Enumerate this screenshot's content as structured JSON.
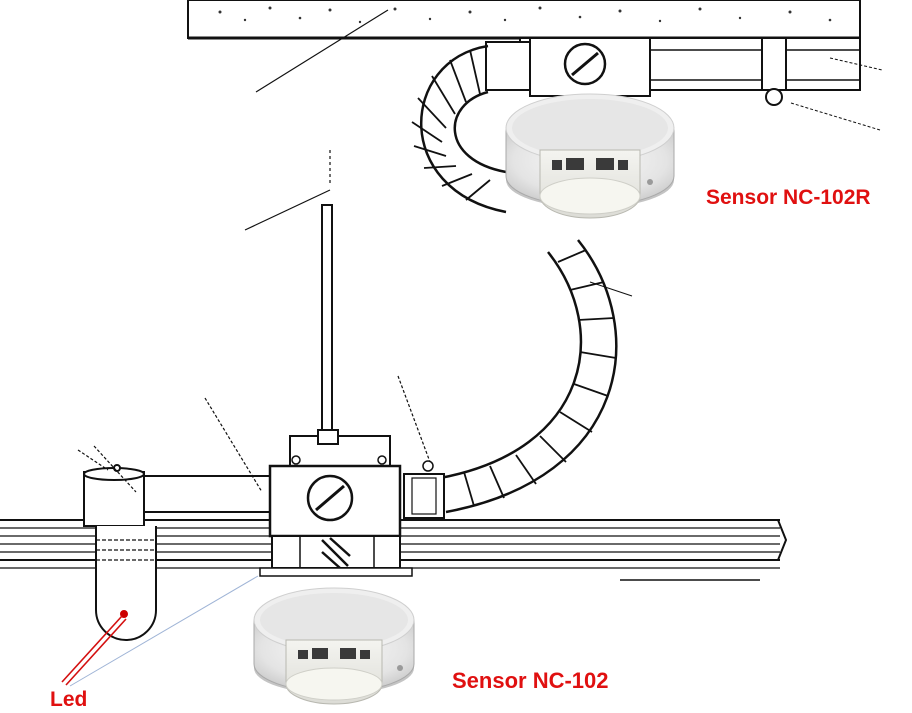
{
  "labels": {
    "sensor_top": "Sensor NC-102R",
    "sensor_bottom": "Sensor NC-102",
    "led": "Led"
  },
  "colors": {
    "label_red": "#e01010",
    "line": "#111111",
    "detector_body": "#e7e7e7",
    "detector_shadow": "#bdbdbd"
  },
  "icons": {
    "detector": "smoke-detector-icon",
    "junction_box": "junction-box-icon",
    "conduit": "flexible-conduit-icon",
    "led": "led-lamp-icon"
  }
}
